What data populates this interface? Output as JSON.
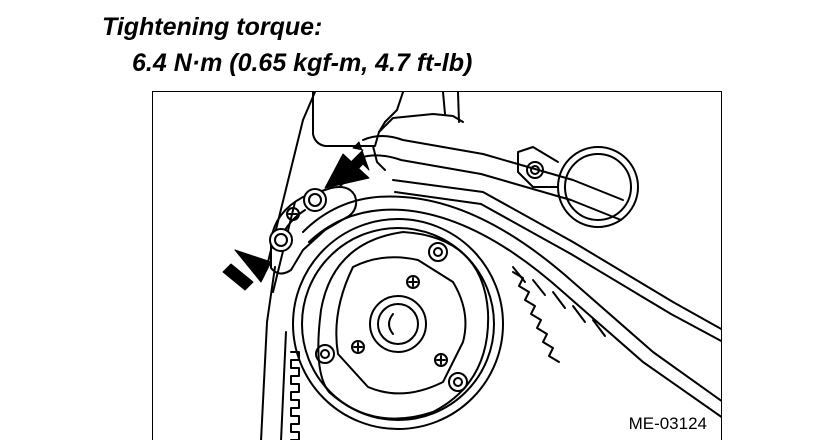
{
  "spec": {
    "heading": "Tightening torque:",
    "value": "6.4 N·m (0.65 kgf-m, 4.7 ft-lb)"
  },
  "figure": {
    "code": "ME-03124"
  }
}
